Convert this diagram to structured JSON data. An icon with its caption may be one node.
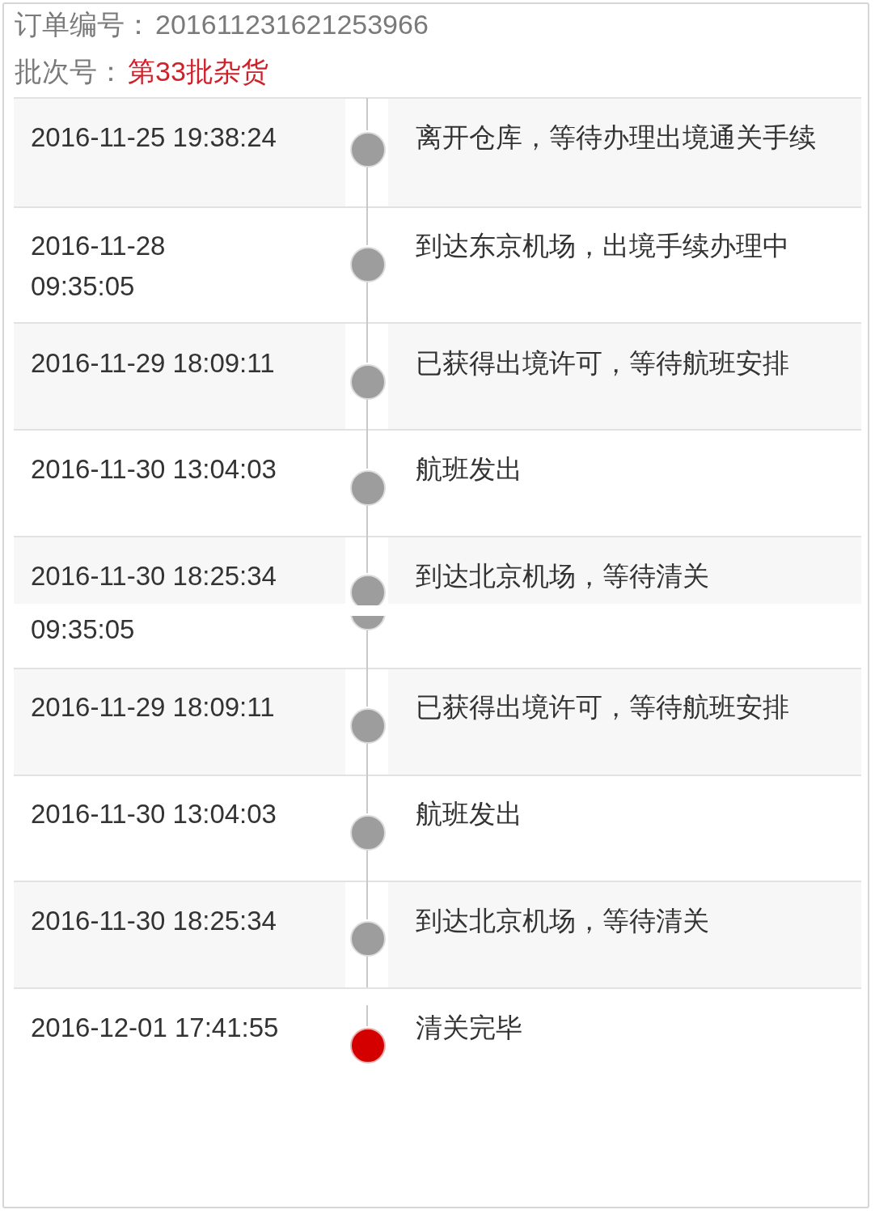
{
  "diagram": {
    "nodes": [
      {
        "text": [
          "2016-11-25 19:38:24",
          "离开仓库，等待办理出境通关手续"
        ]
      },
      {
        "text": [],
        "shape": "circle",
        "in": 0
      },
      {
        "text": [
          "2016-11-28 09:35:05",
          "到达东京机场，出境手续办理中"
        ]
      },
      {
        "text": [],
        "shape": "circle",
        "in": 2
      },
      {
        "text": [
          "2016-11-29 18:09:11",
          "已获得出境许可，等待航班安排"
        ]
      },
      {
        "text": [],
        "shape": "circle",
        "in": 4
      },
      {
        "text": [
          "2016-11-30 13:04:03",
          "航班发出"
        ]
      },
      {
        "text": [],
        "shape": "circle",
        "in": 6
      },
      {
        "text": [
          "2016-11-30 18:25:34",
          "到达北京机场，等待清关"
        ]
      },
      {
        "text": [],
        "shape": "circle",
        "in": 8
      },
      {
        "text": [],
        "shape": "circle"
      },
      {
        "text": [
          "2016-11-29 18:09:11",
          "已获得出境许可，等待航班安排"
        ]
      },
      {
        "text": [],
        "shape": "circle",
        "in": 11
      },
      {
        "text": [
          "2016-11-30 13:04:03",
          "航班发出"
        ]
      },
      {
        "text": [],
        "shape": "circle",
        "in": 13
      },
      {
        "text": [
          "2016-11-30 18:25:34",
          "到达北京机场，等待清关"
        ]
      },
      {
        "text": [],
        "shape": "circle",
        "in": 15
      },
      {
        "text": [
          "2016-12-01 17:41:55",
          "清关完毕"
        ]
      },
      {
        "text": [],
        "shape": "circle",
        "in": 17
      }
    ],
    "edges": [
      {
        "from": null,
        "to": 1,
        "arrow": "none"
      },
      {
        "from": 1,
        "to": 3,
        "arrow": "none"
      },
      {
        "from": 3,
        "to": 5,
        "arrow": "none"
      },
      {
        "from": 5,
        "to": 7,
        "arrow": "none"
      },
      {
        "from": 7,
        "to": 9,
        "arrow": "none"
      },
      {
        "from": 10,
        "to": 12,
        "arrow": "none"
      },
      {
        "from": 12,
        "to": 14,
        "arrow": "none"
      },
      {
        "from": 14,
        "to": 16,
        "arrow": "none"
      },
      {
        "from": 16,
        "to": null,
        "arrow": "none"
      },
      {
        "from": null,
        "to": 18,
        "arrow": "none"
      }
    ],
    "labels": [
      "订单编号：",
      "201611231621253966",
      "批次号：",
      "第33批杂货",
      "09:35:05"
    ]
  }
}
